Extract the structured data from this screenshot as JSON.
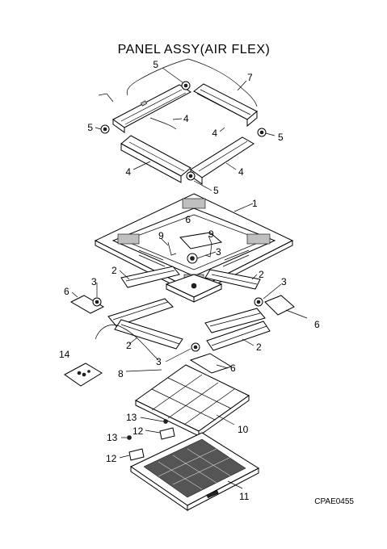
{
  "title": "PANEL ASSY(AIR FLEX)",
  "drawing_code": "CPAE0455",
  "callouts": [
    "1",
    "2",
    "3",
    "4",
    "5",
    "6",
    "7",
    "8",
    "9",
    "10",
    "11",
    "12",
    "13",
    "14"
  ]
}
